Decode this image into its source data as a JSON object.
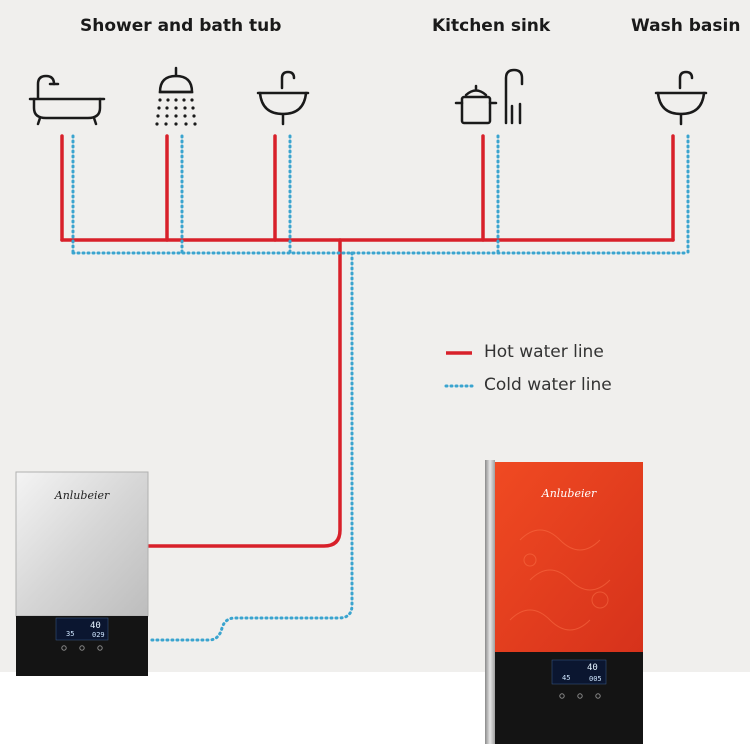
{
  "fixture_labels": {
    "shower_bath": "Shower and bath tub",
    "kitchen": "Kitchen sink",
    "wash": "Wash basin"
  },
  "legend": {
    "hot": "Hot water line",
    "cold": "Cold water line"
  },
  "colors": {
    "hot_line": "#d8202a",
    "cold_line": "#3aa4cf",
    "background": "#f0efed"
  },
  "icons": [
    "bathtub-icon",
    "shower-icon",
    "basin-icon",
    "pot-and-faucet-icon",
    "basin-icon"
  ],
  "heater_silver": {
    "brand": "Anlubeier",
    "display_left": "35",
    "display_top_right": "40",
    "display_bottom_right": "029"
  },
  "heater_red": {
    "brand": "Anlubeier",
    "display_left": "45",
    "display_top_right": "40",
    "display_bottom_right": "005"
  }
}
